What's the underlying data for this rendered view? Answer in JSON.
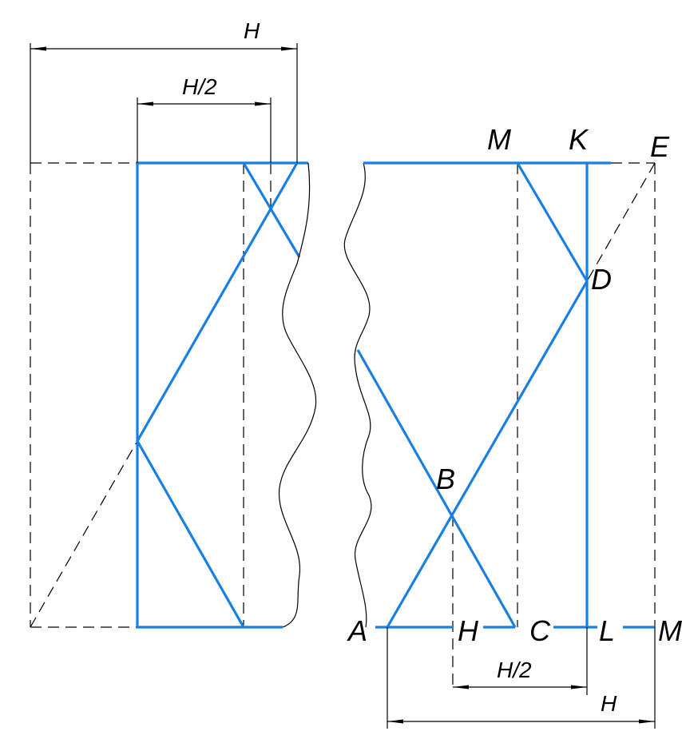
{
  "colors": {
    "line": "#1a7fe0",
    "construction": "#000000"
  },
  "left_view": {
    "dim_full": "H",
    "dim_half": "H/2"
  },
  "right_view": {
    "points": {
      "M_top": "M",
      "K": "K",
      "E": "E",
      "D": "D",
      "B": "B",
      "A": "A",
      "H": "H",
      "C": "C",
      "L": "L",
      "M_bottom": "M"
    },
    "dim_half": "H/2",
    "dim_full": "H"
  }
}
